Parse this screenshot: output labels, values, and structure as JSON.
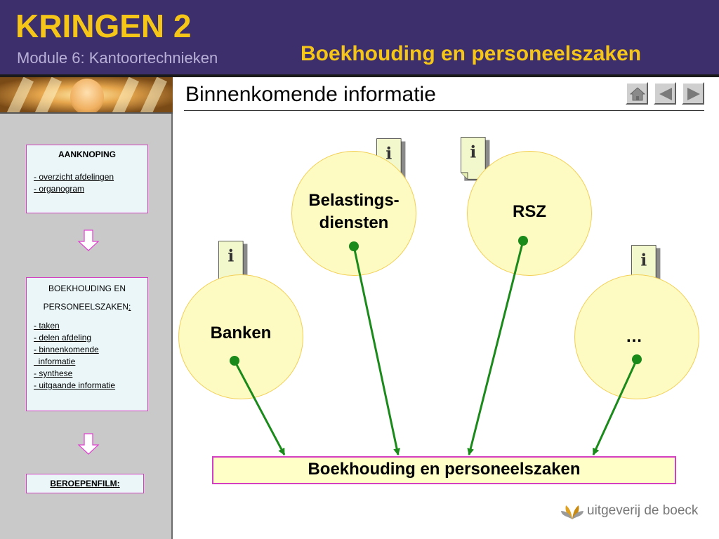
{
  "header": {
    "app_title": "KRINGEN 2",
    "module": "Module 6: Kantoortechnieken",
    "subject": "Boekhouding en personeelszaken"
  },
  "sidebar": {
    "box1": {
      "title": "AANKNOPING",
      "items": [
        "- overzicht afdelingen",
        "- organogram"
      ]
    },
    "box2": {
      "title": "BOEKHOUDING EN PERSONEELSZAKEN",
      "title_suffix": ":",
      "items": [
        "- taken",
        "- delen afdeling",
        "- binnenkomende",
        "  informatie",
        "- synthese",
        "- uitgaande informatie"
      ]
    },
    "box3": {
      "title": "BEROEPENFILM:"
    }
  },
  "page": {
    "title": "Binnenkomende informatie"
  },
  "nav": {
    "buttons": [
      "home-icon",
      "triangle-left-icon",
      "triangle-right-icon"
    ]
  },
  "diagram": {
    "sources": [
      {
        "label_line1": "Belastings-",
        "label_line2": "diensten"
      },
      {
        "label": "RSZ"
      },
      {
        "label": "Banken"
      },
      {
        "label": "…"
      }
    ],
    "target": "Boekhouding en personeelszaken",
    "colors": {
      "node_fill": "#fdfac2",
      "arrow": "#1a8a1a",
      "target_border": "#d33fc0"
    }
  },
  "publisher": {
    "name": "uitgeverij de boeck"
  },
  "colors": {
    "header_bg": "#3d2f6b",
    "title_yellow": "#f5c518",
    "sidebar_bg": "#c9c9c9",
    "nav_box_bg": "#eaf6f8",
    "nav_box_border": "#d33fc0"
  }
}
